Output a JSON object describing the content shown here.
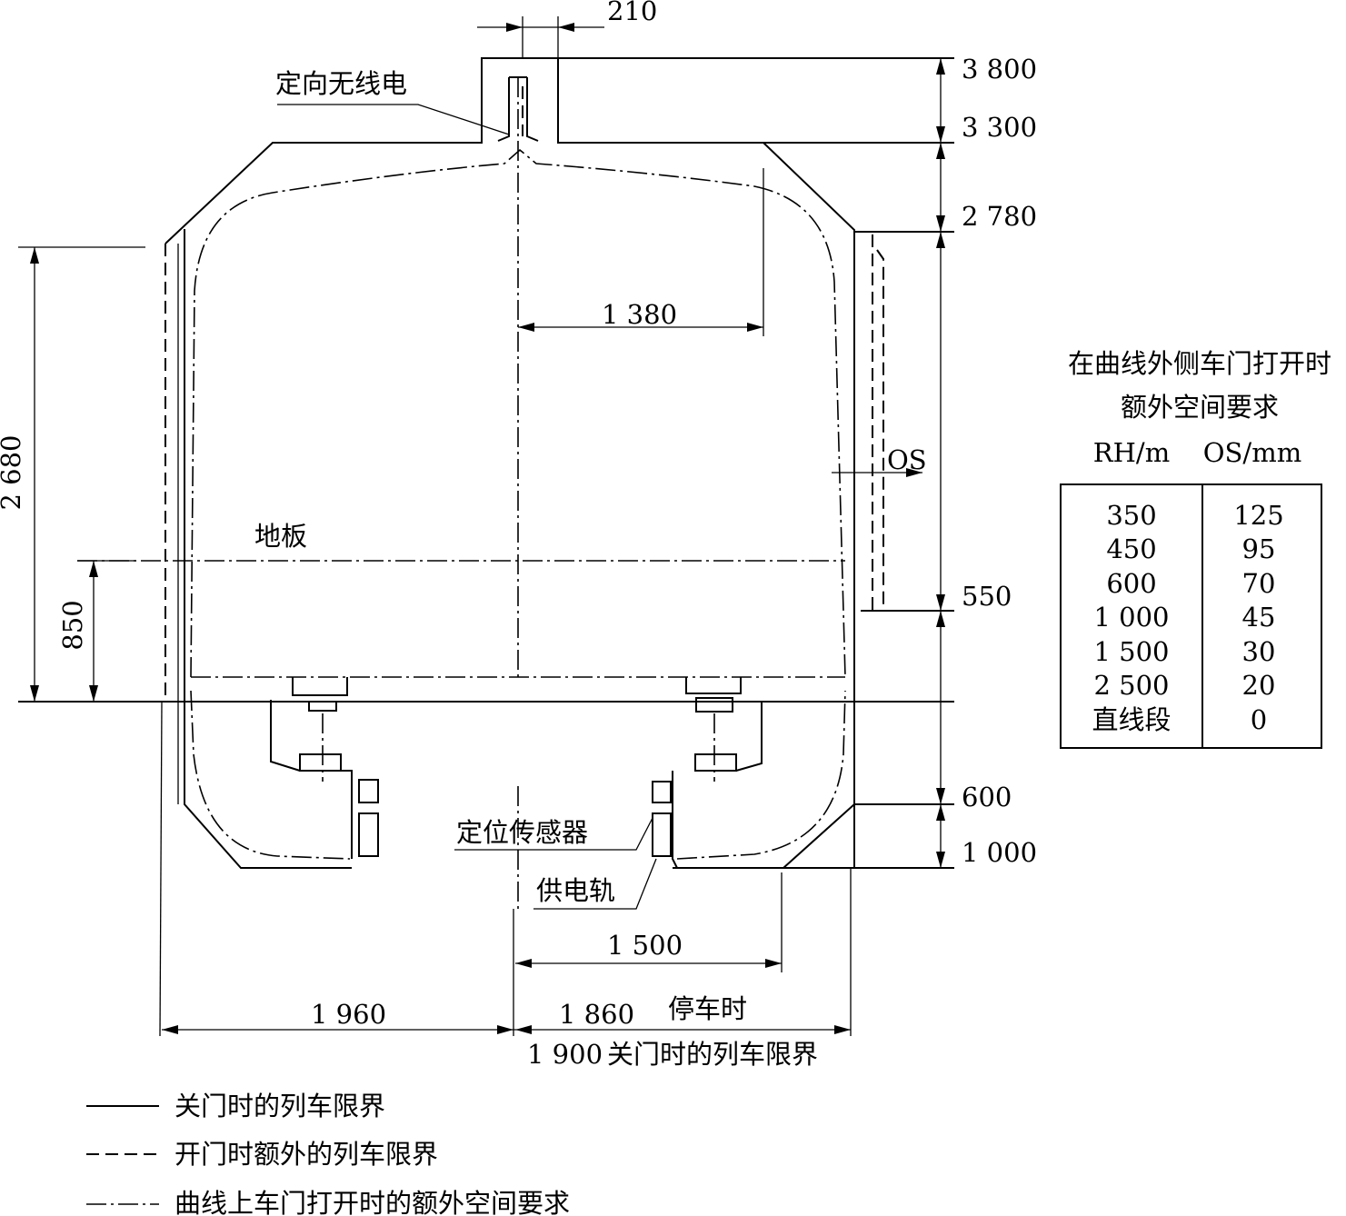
{
  "labels": {
    "radio": "定向无线电",
    "floor": "地板",
    "sensor": "定位传感器",
    "rail": "供电轨",
    "stopped": "停车时",
    "os": "OS"
  },
  "dims": {
    "top_width": "210",
    "h3800": "3 800",
    "h3300": "3 300",
    "h2780": "2 780",
    "h550": "550",
    "h600": "600",
    "h1000": "1 000",
    "v2680": "2 680",
    "v850": "850",
    "w1380": "1 380",
    "w1500": "1 500",
    "w1960": "1 960",
    "w1860": "1 860",
    "w1900": "1 900",
    "w1900_label": "关门时的列车限界"
  },
  "table": {
    "title1": "在曲线外侧车门打开时",
    "title2": "额外空间要求",
    "col1": "RH/m",
    "col2": "OS/mm",
    "rows": [
      [
        "350",
        "125"
      ],
      [
        "450",
        "95"
      ],
      [
        "600",
        "70"
      ],
      [
        "1 000",
        "45"
      ],
      [
        "1 500",
        "30"
      ],
      [
        "2 500",
        "20"
      ],
      [
        "直线段",
        "0"
      ]
    ]
  },
  "legend": [
    {
      "style": "solid",
      "label": "关门时的列车限界"
    },
    {
      "style": "dashed",
      "label": "开门时额外的列车限界"
    },
    {
      "style": "dash-dot",
      "label": "曲线上车门打开时的额外空间要求"
    }
  ]
}
